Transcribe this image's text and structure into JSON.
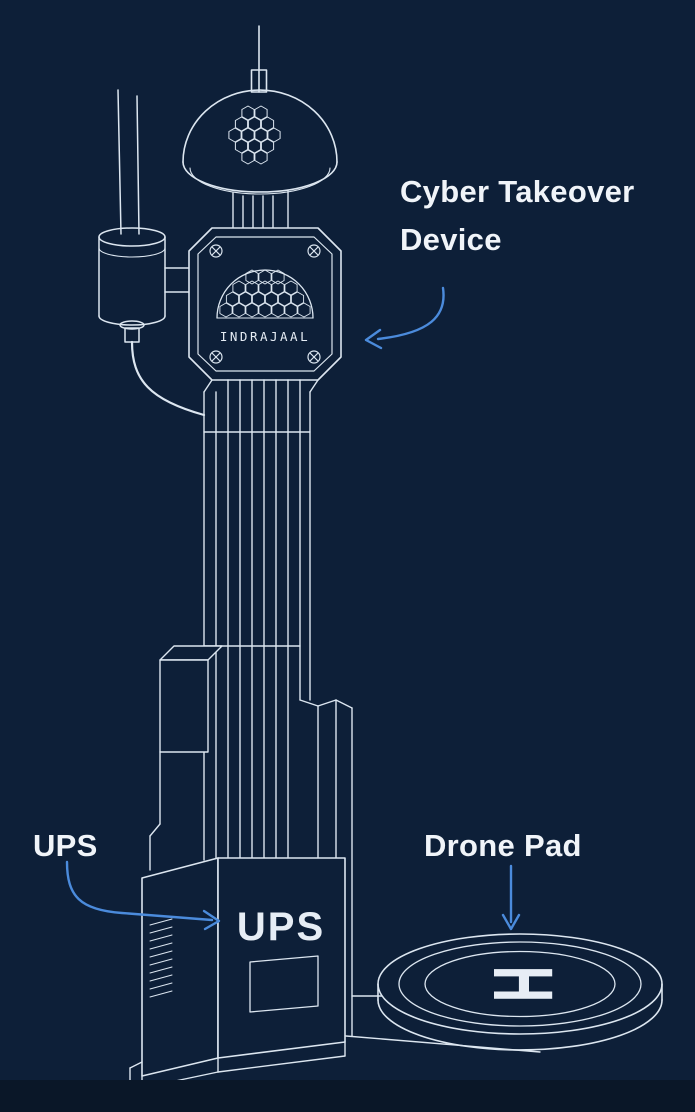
{
  "page": {
    "background": "#0d1f38",
    "bottom_band": "#0a1728"
  },
  "palette": {
    "line": "#dce6f0",
    "accent_blue": "#4b8bdc",
    "label_text": "#f0f4f9"
  },
  "annotations": {
    "cyber_takeover": {
      "label": "Cyber Takeover Device"
    },
    "ups": {
      "label": "UPS"
    },
    "drone_pad": {
      "label": "Drone Pad"
    }
  },
  "diagram": {
    "panel_text": "INDRAJAAL",
    "ups_unit_text": "UPS",
    "pad_marking": "H"
  }
}
